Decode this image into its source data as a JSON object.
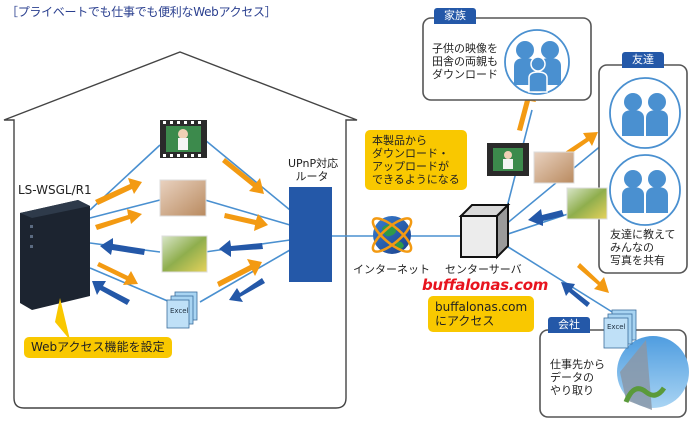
{
  "title": "［プライベートでも仕事でも便利なWebアクセス］",
  "home": {
    "device_label": "LS-WSGL/R1",
    "router_label_line1": "UPnP対応",
    "router_label_line2": "ルータ",
    "callout": "Webアクセス機能を設定",
    "file_label": "Excel"
  },
  "internet_label": "インターネット",
  "server_label": "センターサーバ",
  "product_note": [
    "本製品から",
    "ダウンロード・",
    "アップロードが",
    "できるようになる"
  ],
  "url_brand": "buffalonas.com",
  "url_note": [
    "buffalonas.com",
    "にアクセス"
  ],
  "family": {
    "tag": "家族",
    "text": [
      "子供の映像を",
      "田舎の両親も",
      "ダウンロード"
    ]
  },
  "friends": {
    "tag": "友達",
    "text": [
      "友達に教えて",
      "みんなの",
      "写真を共有"
    ]
  },
  "company": {
    "tag": "会社",
    "text": [
      "仕事先から",
      "データの",
      "やり取り"
    ],
    "file_label": "Excel"
  },
  "colors": {
    "title": "#2a3f8f",
    "upload_arrow": "#f39a12",
    "download_arrow": "#2458a8",
    "line": "#4a90d0",
    "note": "#f9c800",
    "router": "#2458a8",
    "url": "#e8141e",
    "person": "#4a90d0"
  }
}
